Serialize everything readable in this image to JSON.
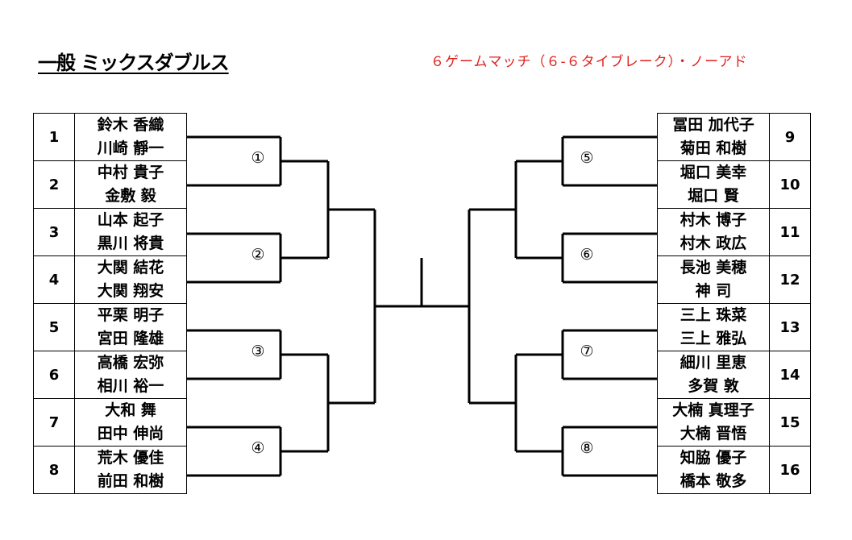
{
  "title": "一般 ミックスダブルス",
  "rule": "６ゲームマッチ（６-６タイブレーク）・ノーアド",
  "left": [
    {
      "no": "1",
      "p1": "鈴木 香織",
      "p2": "川崎 靜一"
    },
    {
      "no": "2",
      "p1": "中村 貴子",
      "p2": "金敷 毅"
    },
    {
      "no": "3",
      "p1": "山本 起子",
      "p2": "黒川 将貴"
    },
    {
      "no": "4",
      "p1": "大関 結花",
      "p2": "大関 翔安"
    },
    {
      "no": "5",
      "p1": "平栗 明子",
      "p2": "宮田 隆雄"
    },
    {
      "no": "6",
      "p1": "高橋 宏弥",
      "p2": "相川 裕一"
    },
    {
      "no": "7",
      "p1": "大和 舞",
      "p2": "田中 伸尚"
    },
    {
      "no": "8",
      "p1": "荒木 優佳",
      "p2": "前田 和樹"
    }
  ],
  "right": [
    {
      "no": "9",
      "p1": "冨田 加代子",
      "p2": "菊田 和樹"
    },
    {
      "no": "10",
      "p1": "堀口 美幸",
      "p2": "堀口 賢"
    },
    {
      "no": "11",
      "p1": "村木 博子",
      "p2": "村木 政広"
    },
    {
      "no": "12",
      "p1": "長池 美穂",
      "p2": "神 司"
    },
    {
      "no": "13",
      "p1": "三上 珠菜",
      "p2": "三上 雅弘"
    },
    {
      "no": "14",
      "p1": "細川 里恵",
      "p2": "多賀 敦"
    },
    {
      "no": "15",
      "p1": "大楠 真理子",
      "p2": "大楠 晋悟"
    },
    {
      "no": "16",
      "p1": "知脇 優子",
      "p2": "橋本 敬多"
    }
  ],
  "matches": [
    "①",
    "②",
    "③",
    "④",
    "⑤",
    "⑥",
    "⑦",
    "⑧"
  ]
}
